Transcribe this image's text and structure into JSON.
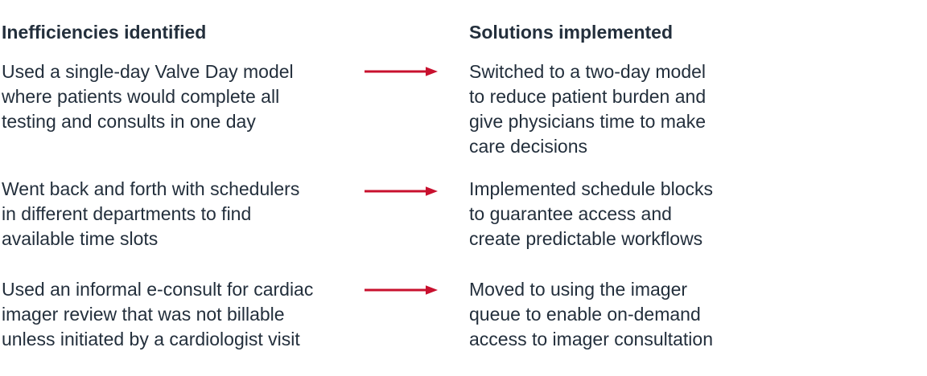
{
  "diagram": {
    "left_column": {
      "header": "Inefficiencies identified",
      "items": [
        "Used a single-day Valve Day model\nwhere patients would complete all\ntesting and consults in one day",
        "Went back and forth with schedulers\nin different departments to find\navailable time slots",
        "Used an informal e-consult for cardiac\nimager review that was not billable\nunless initiated by a cardiologist visit"
      ]
    },
    "right_column": {
      "header": "Solutions implemented",
      "items": [
        "Switched to a two-day model\nto reduce patient burden and\ngive physicians time to make\ncare decisions",
        "Implemented schedule blocks\nto guarantee access and\ncreate predictable workflows",
        "Moved to using the imager\nqueue to enable on-demand\naccess to imager consultation"
      ]
    },
    "arrows": [
      {
        "icon": "arrow-right-icon"
      },
      {
        "icon": "arrow-right-icon"
      },
      {
        "icon": "arrow-right-icon"
      }
    ],
    "colors": {
      "text": "#232F3C",
      "arrow": "#C8102E",
      "background": "#FFFFFF"
    }
  }
}
